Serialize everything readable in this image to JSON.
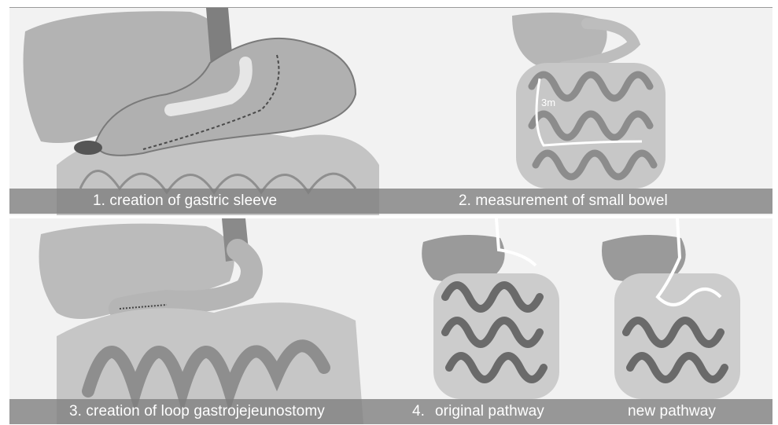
{
  "panels": [
    {
      "caption": "1. creation of gastric sleeve"
    },
    {
      "caption": "2. measurement of small bowel",
      "annotation": "3m"
    },
    {
      "caption": "3. creation of loop gastrojejeunostomy"
    },
    {
      "caption_number": "4.",
      "captions": [
        "original pathway",
        "new pathway"
      ]
    }
  ],
  "colors": {
    "background": "#f2f2f2",
    "caption_band": "#7d7d7d",
    "caption_text": "#ffffff",
    "organ_dark": "#8a8a8a",
    "organ_light": "#d0d0d0"
  }
}
